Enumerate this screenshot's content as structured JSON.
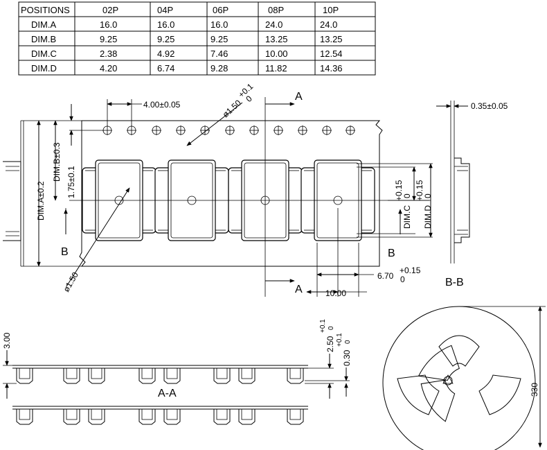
{
  "table": {
    "header": [
      "POSITIONS",
      "02P",
      "04P",
      "06P",
      "08P",
      "10P"
    ],
    "rows": [
      {
        "label": "DIM.A",
        "values": [
          "16.0",
          "16.0",
          "16.0",
          "24.0",
          "24.0"
        ]
      },
      {
        "label": "DIM.B",
        "values": [
          "9.25",
          "9.25",
          "9.25",
          "13.25",
          "13.25"
        ]
      },
      {
        "label": "DIM.C",
        "values": [
          "2.38",
          "4.92",
          "7.46",
          "10.00",
          "12.54"
        ]
      },
      {
        "label": "DIM.D",
        "values": [
          "4.20",
          "6.74",
          "9.28",
          "11.82",
          "14.36"
        ]
      }
    ]
  },
  "dims": {
    "hole_pitch": "4.00±0.05",
    "hole_dia": "ø1.50",
    "hole_dia_tol": "+0.1",
    "hole_dia_tol_low": "0",
    "thickness_top": "0.35±0.05",
    "dim_a": "DIM.A±0.2",
    "dim_b": "DIM.B±0.3",
    "edge": "1.75±0.1",
    "dim_c": "DIM.C",
    "dim_c_tol": "+0.15",
    "dim_c_tol_low": "0",
    "dim_d": "DIM.D",
    "dim_d_tol": "+0.15",
    "dim_d_tol_low": "0",
    "pocket_w": "6.70",
    "pocket_w_tol": "+0.15",
    "pocket_w_tol_low": "0",
    "pocket_pitch": "10.00",
    "pocket_hole": "ø1.50",
    "height": "3.00",
    "depth": "2.50",
    "depth_tol": "+0.1",
    "depth_tol_low": "0",
    "film": "0.30",
    "film_tol": "+0.1",
    "film_tol_low": "0",
    "reel_dia": "330"
  },
  "labels": {
    "section_a_top": "A",
    "section_a_bottom": "A",
    "section_b_left": "B",
    "section_b_right": "B",
    "section_bb": "B-B",
    "section_aa": "A-A"
  }
}
